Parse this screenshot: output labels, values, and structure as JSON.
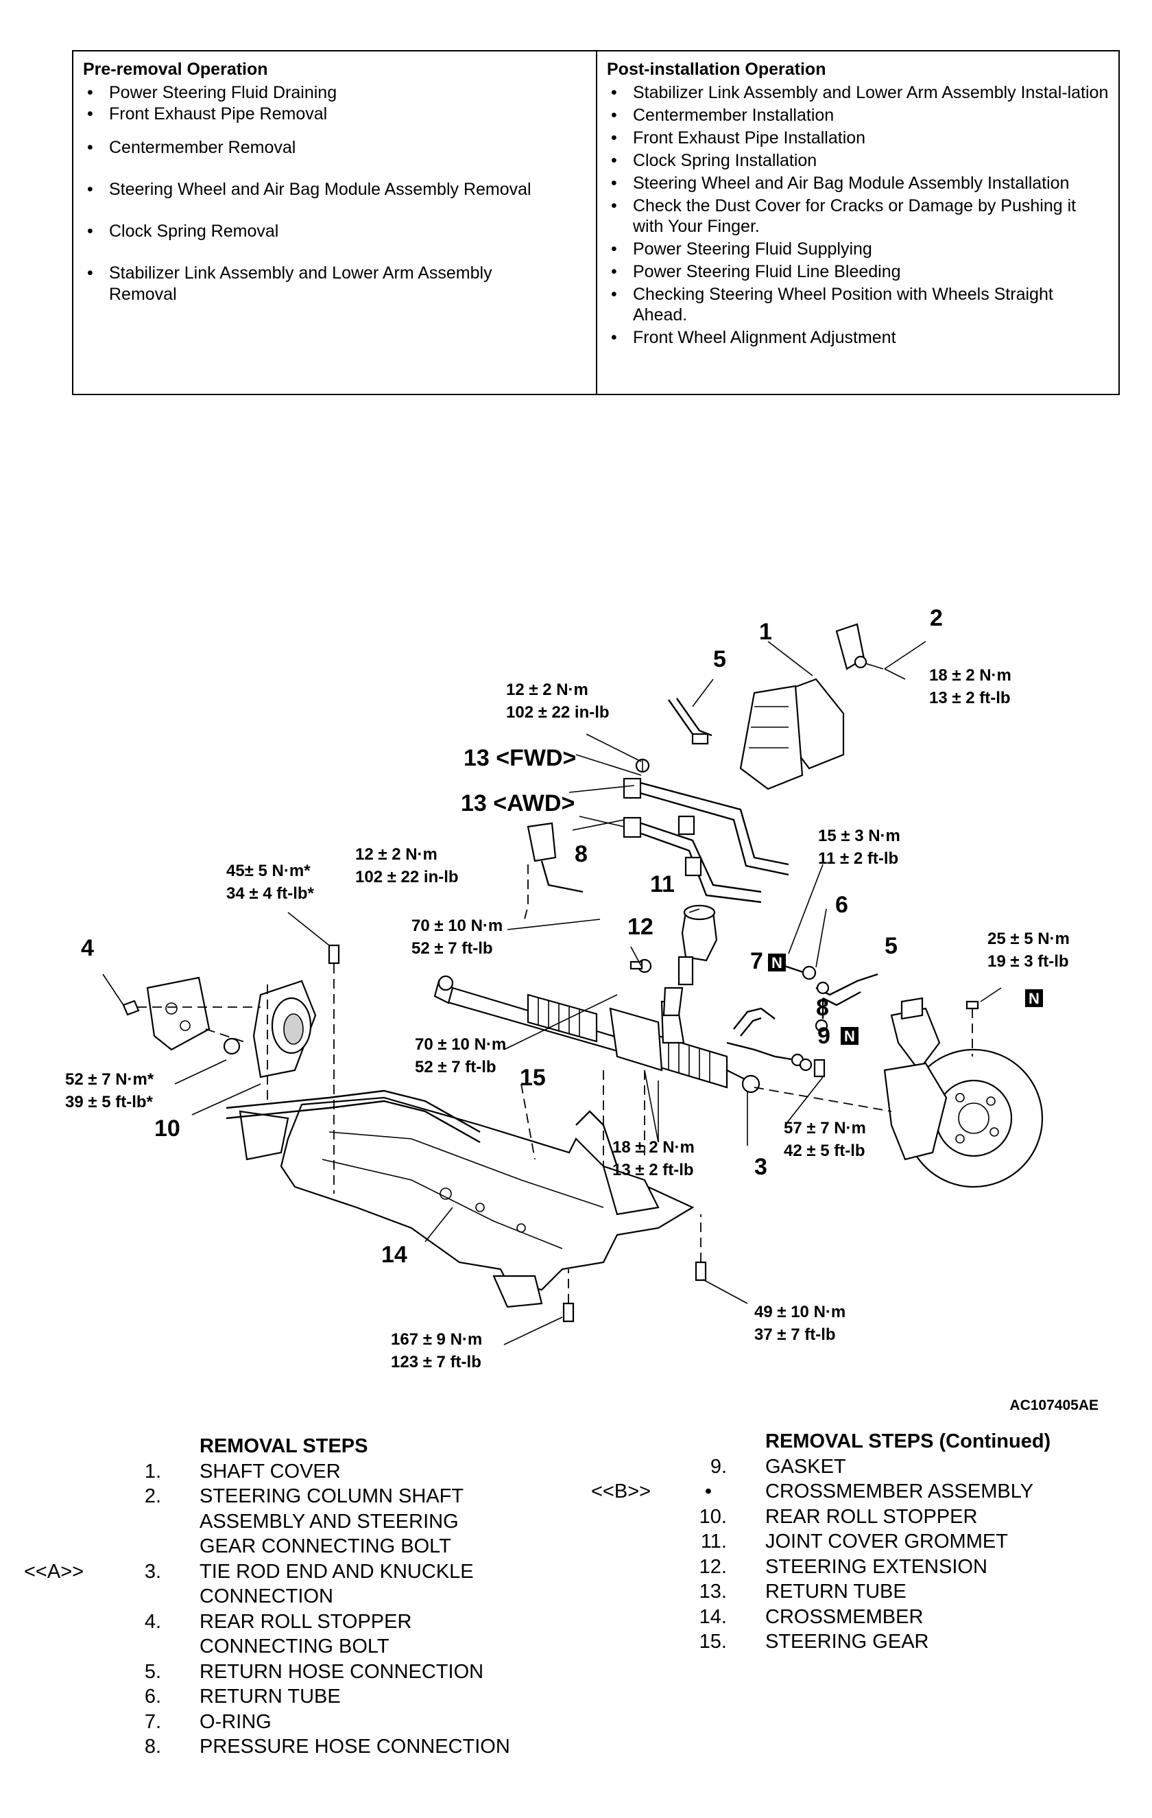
{
  "table": {
    "pre_removal": {
      "heading": "Pre-removal Operation",
      "items": [
        "Power Steering Fluid Draining",
        "Front Exhaust Pipe Removal",
        "Centermember Removal",
        "Steering Wheel and Air Bag Module Assembly Removal",
        "Clock Spring Removal",
        "Stabilizer Link Assembly and Lower Arm Assembly Removal"
      ]
    },
    "post_installation": {
      "heading": "Post-installation Operation",
      "items": [
        "Stabilizer Link Assembly and Lower Arm Assembly Instal-lation",
        "Centermember Installation",
        "Front Exhaust Pipe Installation",
        "Clock Spring Installation",
        "Steering Wheel and Air Bag Module Assembly Installation",
        "Check the Dust Cover for Cracks or Damage by Pushing it with Your Finger.",
        "Power Steering Fluid Supplying",
        "Power Steering Fluid Line Bleeding",
        "Checking Steering Wheel Position with Wheels Straight Ahead.",
        "Front Wheel Alignment Adjustment"
      ]
    }
  },
  "diagram": {
    "labels": {
      "p1": "1",
      "p2": "2",
      "p3": "3",
      "p4": "4",
      "p5a": "5",
      "p5b": "5",
      "p6": "6",
      "p7": "7",
      "p8a": "8",
      "p8b": "8",
      "p9": "9",
      "p10": "10",
      "p11": "11",
      "p12": "12",
      "p13fwd": "13 <FWD>",
      "p13awd": "13 <AWD>",
      "p14": "14",
      "p15": "15",
      "n": "N"
    },
    "torques": {
      "t_2_nm": "18 ± 2 N·m",
      "t_2_ft": "13 ± 2 ft-lb",
      "t_13_nm": "12 ± 2 N·m",
      "t_13_in": "102 ± 22 in-lb",
      "t_8_nm": "12 ± 2 N·m",
      "t_8_in": "102 ± 22 in-lb",
      "t_6_nm": "15 ± 3 N·m",
      "t_6_ft": "11 ± 2 ft-lb",
      "t_4top_nm": "45± 5 N·m*",
      "t_4top_ft": "34 ± 4 ft-lb*",
      "t_70a_nm": "70 ± 10 N·m",
      "t_70a_ft": "52 ± 7 ft-lb",
      "t_70b_nm": "70 ± 10 N·m",
      "t_70b_ft": "52 ± 7 ft-lb",
      "t_25_nm": "25 ± 5 N·m",
      "t_25_ft": "19 ± 3 ft-lb",
      "t_52_nm": "52 ± 7 N·m*",
      "t_52_ft": "39 ± 5 ft-lb*",
      "t_18_nm": "18 ± 2 N·m",
      "t_18_ft": "13 ± 2 ft-lb",
      "t_57_nm": "57 ± 7 N·m",
      "t_57_ft": "42 ± 5 ft-lb",
      "t_49_nm": "49 ± 10 N·m",
      "t_49_ft": "37 ± 7 ft-lb",
      "t_167_nm": "167 ± 9 N·m",
      "t_167_ft": "123 ± 7 ft-lb"
    },
    "figure_id": "AC107405AE"
  },
  "steps_left": {
    "heading": "REMOVAL STEPS",
    "items": [
      {
        "num": "1.",
        "text": "SHAFT COVER"
      },
      {
        "num": "2.",
        "text": "STEERING COLUMN SHAFT ASSEMBLY AND STEERING GEAR CONNECTING BOLT"
      },
      {
        "num": "3.",
        "text": "TIE ROD END AND KNUCKLE CONNECTION",
        "mark": "<<A>>"
      },
      {
        "num": "4.",
        "text": "REAR ROLL STOPPER CONNECTING BOLT"
      },
      {
        "num": "5.",
        "text": "RETURN HOSE CONNECTION"
      },
      {
        "num": "6.",
        "text": "RETURN TUBE"
      },
      {
        "num": "7.",
        "text": "O-RING"
      },
      {
        "num": "8.",
        "text": "PRESSURE HOSE CONNECTION"
      }
    ]
  },
  "steps_right": {
    "heading": "REMOVAL STEPS (Continued)",
    "items": [
      {
        "num": "9.",
        "text": "GASKET"
      },
      {
        "num": "•",
        "text": "CROSSMEMBER ASSEMBLY",
        "mark": "<<B>>"
      },
      {
        "num": "10.",
        "text": "REAR ROLL STOPPER"
      },
      {
        "num": "11.",
        "text": "JOINT COVER GROMMET"
      },
      {
        "num": "12.",
        "text": "STEERING EXTENSION"
      },
      {
        "num": "13.",
        "text": "RETURN TUBE"
      },
      {
        "num": "14.",
        "text": "CROSSMEMBER"
      },
      {
        "num": "15.",
        "text": "STEERING GEAR"
      }
    ]
  }
}
